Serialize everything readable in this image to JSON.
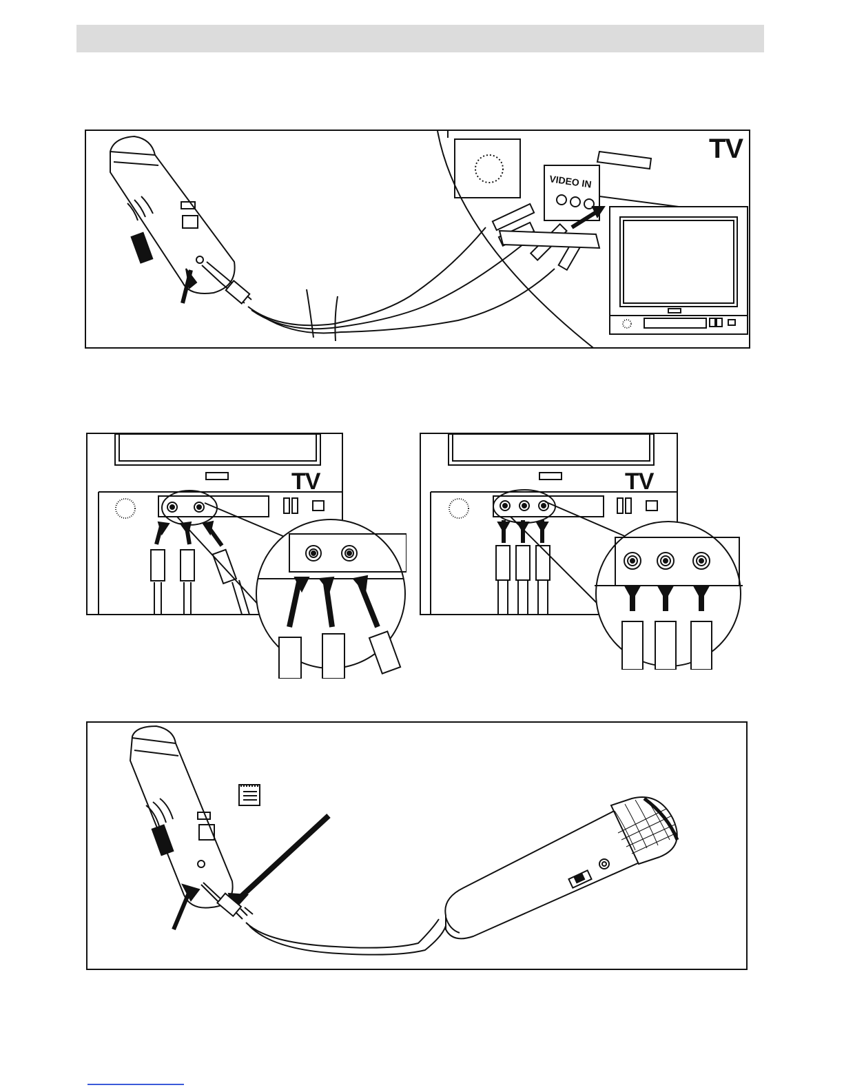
{
  "panel1": {
    "tv_label": "TV",
    "jack_label": "VIDEO IN"
  },
  "panel2": {
    "tv_label": "TV"
  },
  "panel3": {
    "tv_label": "TV"
  },
  "colors": {
    "ink": "#111111",
    "header_bar": "#dcdcdc",
    "link": "#3a5ad9"
  }
}
